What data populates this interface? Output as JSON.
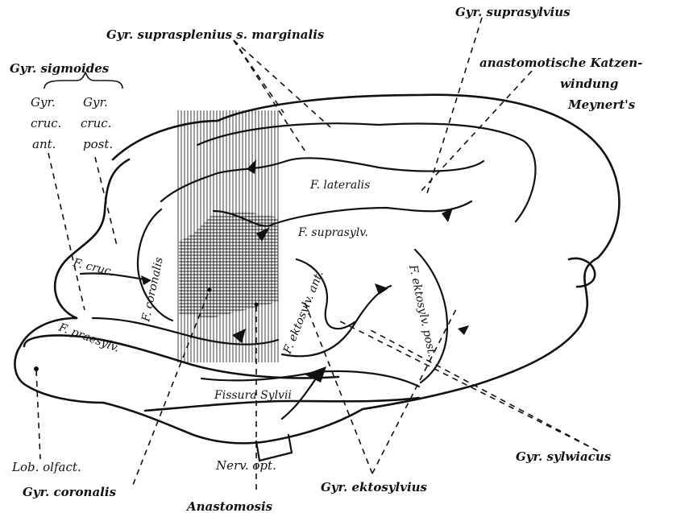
{
  "labels": {
    "gyr_suprasplenius": "Gyr. suprasplenius  s. marginalis",
    "gyr_suprasylvius": "Gyr. suprasylvius",
    "anastomotische_1": "anastomotische Katzen-",
    "anastomotische_2": "windung",
    "anastomotische_3": "Meynert's",
    "gyr_sigmoides": "Gyr. sigmoides",
    "gyr_cruc_ant_1": "Gyr.",
    "gyr_cruc_ant_2": "cruc.",
    "gyr_cruc_ant_3": "ant.",
    "gyr_cruc_post_1": "Gyr.",
    "gyr_cruc_post_2": "cruc.",
    "gyr_cruc_post_3": "post.",
    "f_lateralis": "F. lateralis",
    "f_suprasylv": "F. suprasylv.",
    "f_coronalis": "F. coronalis",
    "f_cruc": "F. cruc.",
    "f_eklosylv_ant": "F. ektosylv. ant.",
    "f_eklosylv_post": "F. ektosylv. post.",
    "f_praesylv": "F. praesylv.",
    "fissura_sylvii": "Fissura Sylvii",
    "nerv_opt": "Nerv. opt.",
    "lob_olfact": "Lob. olfact.",
    "gyr_coronalis": "Gyr. coronalis",
    "anastomosis": "Anastomosis",
    "gyr_ektosylvius": "Gyr. ektosylvius",
    "gyr_sylviacus": "Gyr. sylwiacus"
  },
  "colors": {
    "ink": "#111111",
    "paper": "#ffffff"
  }
}
